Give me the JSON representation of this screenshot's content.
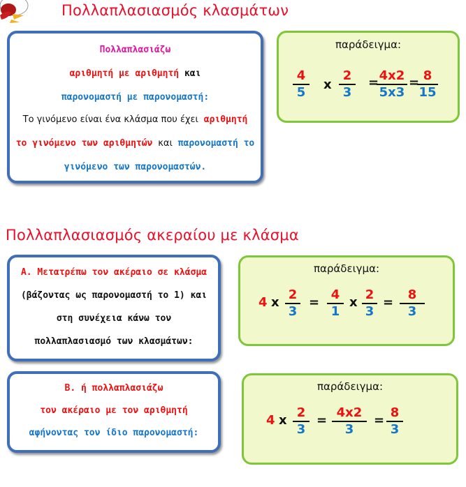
{
  "section1": {
    "heading": "Πολλαπλασιασμός κλασμάτων",
    "rule": {
      "l1": "Πολλαπλασιάζω",
      "l2a": "αριθμητή με αριθμητή",
      "l2b": "και",
      "l3": "παρονομαστή με παρονομαστή:",
      "l4a": "Το γινόμενο είναι ένα κλάσμα που έχει",
      "l4b": "αριθμητή",
      "l5a": "το γινόμενο των αριθμητών",
      "l5b": "και",
      "l5c": "παρονομαστή το",
      "l6": "γινόμενο των παρονομαστών."
    },
    "example": {
      "title": "παράδειγμα:",
      "f1": {
        "n": "4",
        "d": "5"
      },
      "times": "x",
      "f2": {
        "n": "2",
        "d": "3"
      },
      "eq1": "=",
      "f3": {
        "n": "4x2",
        "d": "5x3"
      },
      "eq2": "=",
      "f4": {
        "n": "8",
        "d": "15"
      }
    }
  },
  "section2": {
    "heading": "Πολλαπλασιασμός ακεραίου με κλάσμα",
    "ruleA": {
      "l1": "Α. Μετατρέπω τον ακέραιο σε κλάσμα",
      "l2": "(βάζοντας ως παρονομαστή το 1) και",
      "l3": "στη συνέχεια κάνω τον",
      "l4": "πολλαπλασιασμό των κλασμάτων:"
    },
    "exampleA": {
      "title": "παράδειγμα:",
      "whole": "4",
      "times1": "x",
      "f1": {
        "n": "2",
        "d": "3"
      },
      "eq1": "=",
      "f2": {
        "n": "4",
        "d": "1"
      },
      "times2": "x",
      "f3": {
        "n": "2",
        "d": "3"
      },
      "eq2": "=",
      "f4": {
        "n": "8",
        "d": "3"
      }
    },
    "ruleB": {
      "l1": "Β. ή πολλαπλασιάζω",
      "l2": "τον ακέραιο με τον αριθμητή",
      "l3": "αφήνοντας τον ίδιο παρονομαστή:"
    },
    "exampleB": {
      "title": "παράδειγμα:",
      "whole": "4",
      "times1": "x",
      "f1": {
        "n": "2",
        "d": "3"
      },
      "eq1": "=",
      "f2": {
        "n": "4x2",
        "d": "3"
      },
      "eq2": "=",
      "f3": {
        "n": "8",
        "d": "3"
      }
    }
  }
}
